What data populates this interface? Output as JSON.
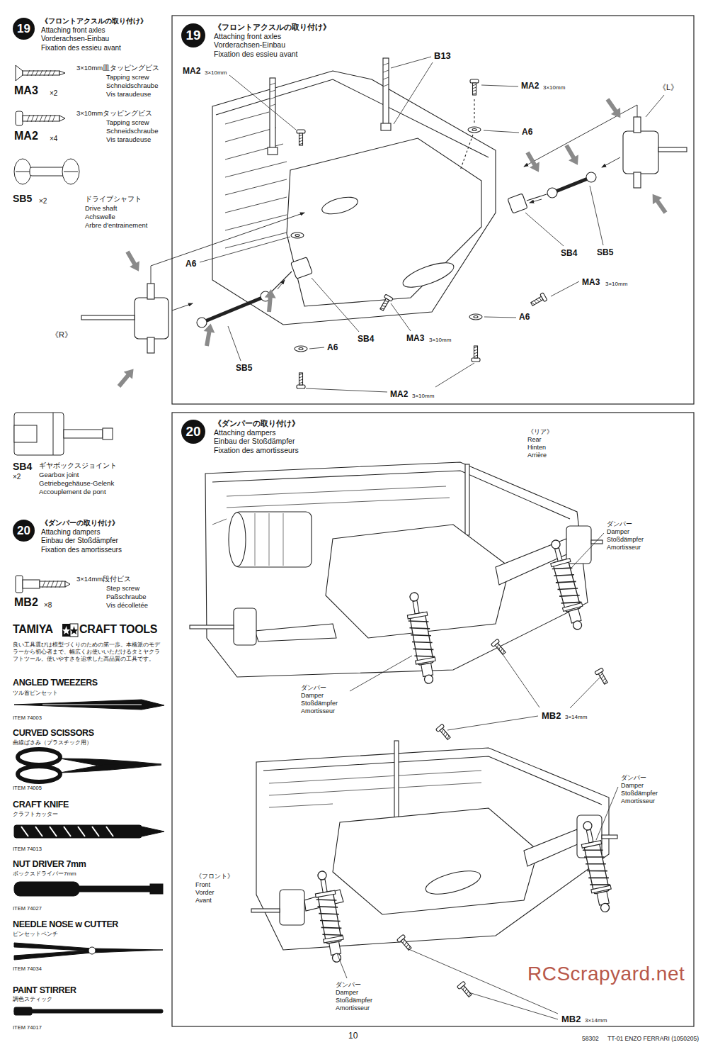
{
  "diagram": {
    "nodes": [
      {
        "text": [
          "19",
          "《フロントアクスルの取り付け》",
          "Attaching front axles",
          "Vorderachsen-Einbau",
          "Fixation des essieu avant"
        ]
      },
      {
        "text": [
          "19",
          "《フロントアクスルの取り付け》",
          "Attaching front axles",
          "Vorderachsen-Einbau",
          "Fixation des essieu avant"
        ]
      },
      {
        "text": [
          "20",
          "《ダンパーの取り付け》",
          "Attaching dampers",
          "Einbau der Stoßdämpfer",
          "Fixation des amortisseurs"
        ]
      },
      {
        "text": [
          "20",
          "《ダンパーの取り付け》",
          "Attaching dampers",
          "Einbau der Stoßdämpfer",
          "Fixation des amortisseurs"
        ]
      }
    ],
    "labels": [
      "3×10mm皿タッピングビス",
      "Tapping screw",
      "Schneidschraube",
      "Vis taraudeuse",
      "MA3",
      "×2",
      "3×10mmタッピングビス",
      "Tapping screw",
      "Schneidschraube",
      "Vis taraudeuse",
      "MA2",
      "×4",
      "SB5",
      "×2",
      "ドライブシャフト",
      "Drive shaft",
      "Achswelle",
      "Arbre d'entrainement",
      "SB4",
      "×2",
      "ギヤボックスジョイント",
      "Gearbox joint",
      "Getriebegehäuse-Gelenk",
      "Accouplement de pont",
      "3×14mm段付ビス",
      "Step screw",
      "Paßschraube",
      "Vis décolletée",
      "MB2",
      "×8",
      "TAMIYA",
      "CRAFT TOOLS",
      "良い工具選びは模型づくりのための第一歩。本格派のモデラーから初心者まで、幅広くお使いいただけるタミヤクラフトツール。使いやすさを追求した高品質の工具です。",
      "ANGLED TWEEZERS",
      "ツル首ピンセット",
      "ITEM 74003",
      "CURVED SCISSORS",
      "曲線ばさみ（プラスチック用）",
      "ITEM 74005",
      "CRAFT KNIFE",
      "クラフトカッター",
      "ITEM 74013",
      "NUT DRIVER 7mm",
      "ボックスドライバー7mm",
      "ITEM 74027",
      "NEEDLE NOSE w CUTTER",
      "ピンセットペンチ",
      "ITEM 74034",
      "PAINT STIRRER",
      "調色スティック",
      "ITEM 74017",
      "B13",
      "MA2",
      "3×10mm",
      "MA2",
      "3×10mm",
      "A6",
      "《L》",
      "A6",
      "SB4",
      "SB5",
      "MA3",
      "3×10mm",
      "A6",
      "《R》",
      "SB4",
      "MA3",
      "3×10mm",
      "A6",
      "SB5",
      "MA2",
      "3×10mm",
      "《リア》",
      "Rear",
      "Hinten",
      "Arrière",
      "ダンパー",
      "Damper",
      "Stoßdämpfer",
      "Amortisseur",
      "ダンパー",
      "Damper",
      "Stoßdämpfer",
      "Amortisseur",
      "MB2",
      "3×14mm",
      "《フロント》",
      "Front",
      "Vorder",
      "Avant",
      "ダンパー",
      "Damper",
      "Stoßdämpfer",
      "Amortisseur",
      "ダンパー",
      "Damper",
      "Stoßdämpfer",
      "Amortisseur",
      "MB2",
      "3×14mm",
      "RCScrapyard.net",
      "10",
      "58302",
      "TT-01 ENZO FERRARI (1050205)"
    ]
  }
}
